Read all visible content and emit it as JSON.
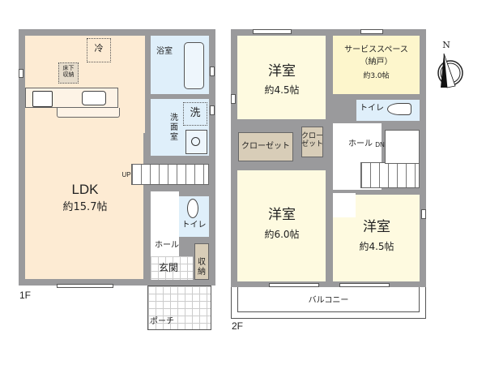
{
  "floors": {
    "first": {
      "label": "1F",
      "rooms": {
        "ldk": {
          "name": "LDK",
          "size": "約15.7帖"
        },
        "bath": {
          "name": "浴室"
        },
        "washroom": {
          "name": "洗\n面\n室"
        },
        "washer": {
          "name": "洗"
        },
        "fridge": {
          "name": "冷"
        },
        "underfloor": {
          "name": "床下\n収納"
        },
        "toilet": {
          "name": "トイレ"
        },
        "hall": {
          "name": "ホール"
        },
        "entrance": {
          "name": "玄関"
        },
        "storage": {
          "name": "収\n納"
        },
        "porch": {
          "name": "ポーチ"
        },
        "stairs": {
          "name": "UP"
        }
      }
    },
    "second": {
      "label": "2F",
      "rooms": {
        "western_nw": {
          "name": "洋室",
          "size": "約4.5帖"
        },
        "service": {
          "name": "サービススペース",
          "sub": "（納戸）",
          "size": "約3.0帖"
        },
        "toilet": {
          "name": "トイレ"
        },
        "closet_large": {
          "name": "クローゼット"
        },
        "closet_small": {
          "name": "クロー\nゼット"
        },
        "hall": {
          "name": "ホール"
        },
        "stairs": {
          "name": "DN"
        },
        "western_sw": {
          "name": "洋室",
          "size": "約6.0帖"
        },
        "western_se": {
          "name": "洋室",
          "size": "約4.5帖"
        },
        "balcony": {
          "name": "バルコニー"
        }
      }
    }
  },
  "compass": {
    "label": "N"
  },
  "colors": {
    "wall": "#9a9a9c",
    "ldk": "#fdebd3",
    "wet": "#dfeffa",
    "room2": "#fefae0",
    "closet": "#d8cdb8"
  }
}
